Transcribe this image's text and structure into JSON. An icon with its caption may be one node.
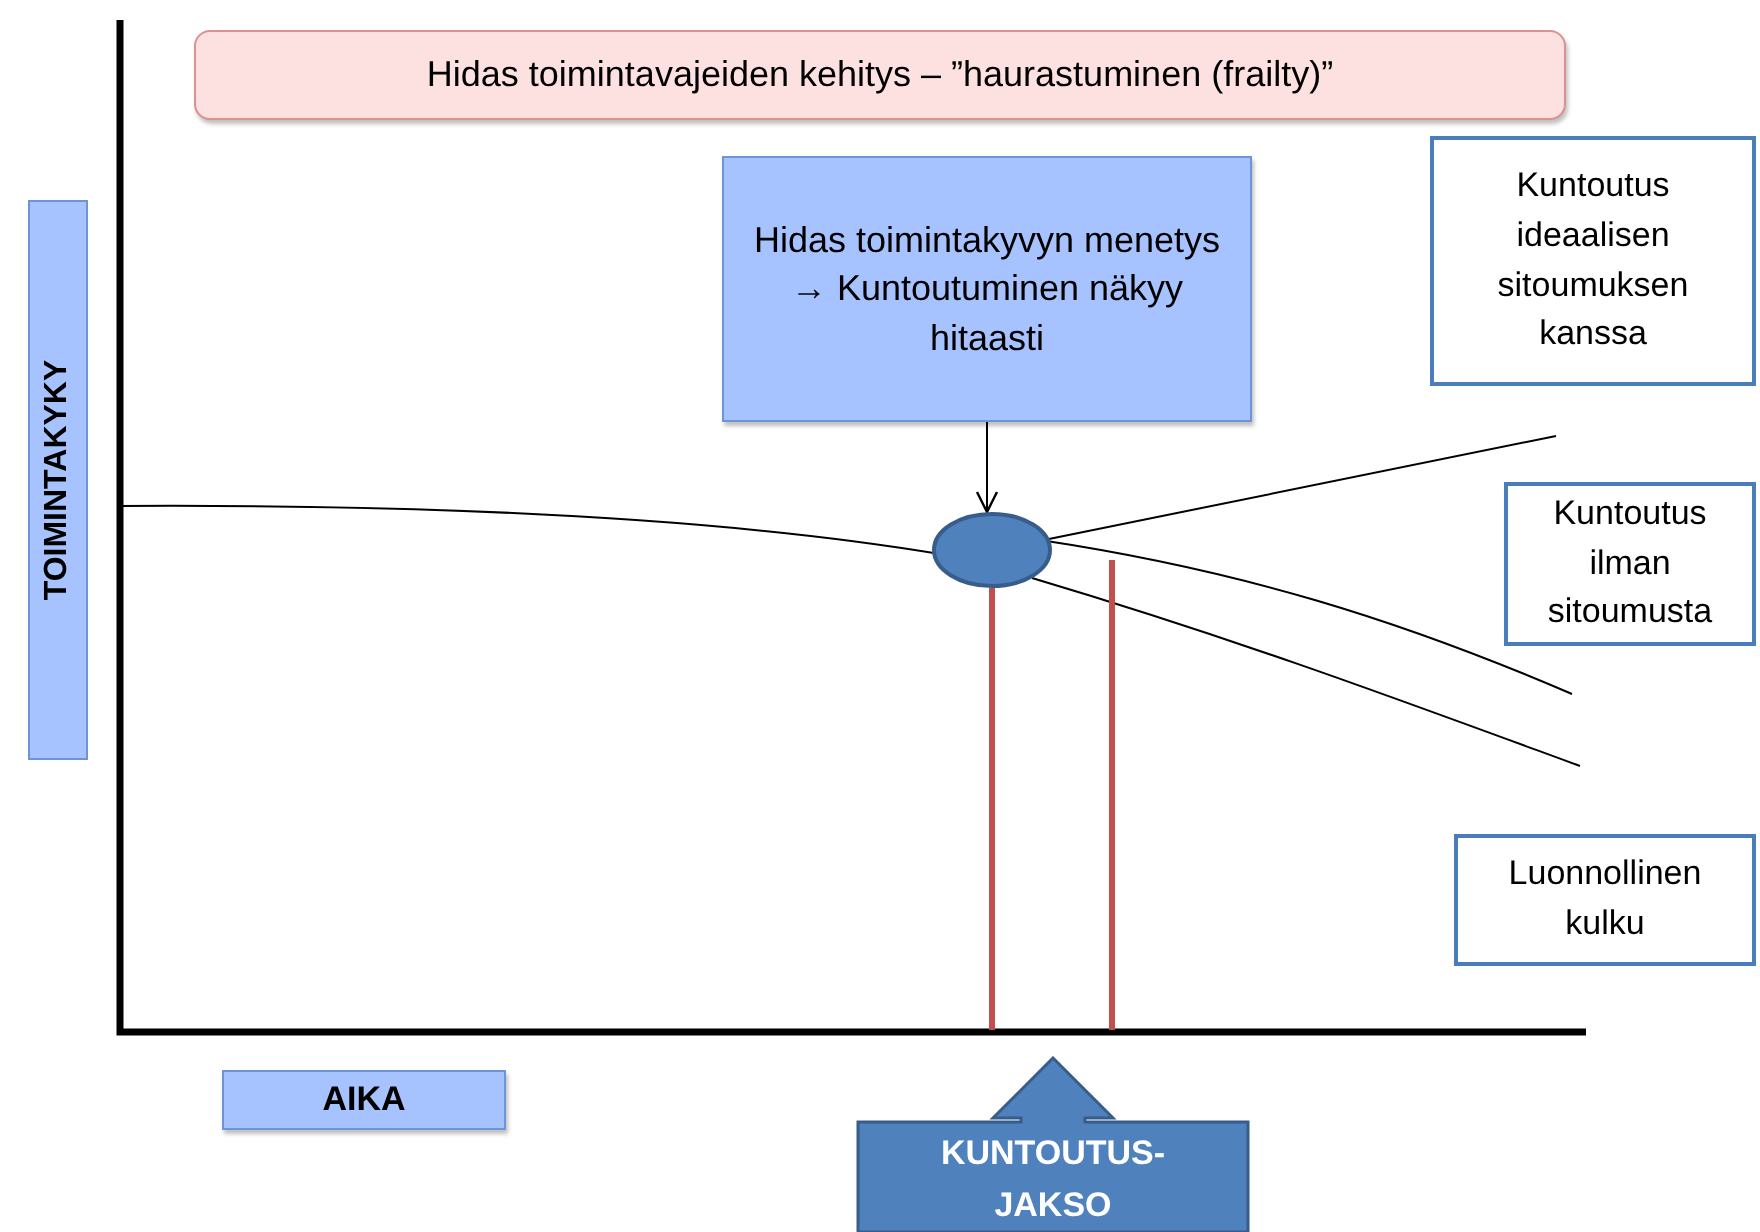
{
  "diagram": {
    "nodes": [
      {
        "text": [
          "Hidas toimintavajeiden kehitys – ”haurastuminen (frailty)”"
        ]
      },
      {
        "text": [
          "Hidas toimintakyvyn menetys → Kuntoutuminen näkyy hitaasti"
        ]
      },
      {
        "text": [],
        "shape": "circle"
      },
      {
        "text": [
          "Kuntoutus ideaalisen sitoumuksen kanssa"
        ]
      },
      {
        "text": [
          "Kuntoutus ilman sitoumusta"
        ]
      },
      {
        "text": [
          "Luonnollinen kulku"
        ]
      },
      {
        "text": [
          "TOIMINTAKYKY"
        ]
      },
      {
        "text": [
          "AIKA"
        ]
      },
      {
        "text": [
          "KUNTOUTUS-JAKSO"
        ]
      }
    ],
    "edges": [
      {
        "from": 1,
        "to": 2,
        "arrow": "to"
      }
    ]
  }
}
